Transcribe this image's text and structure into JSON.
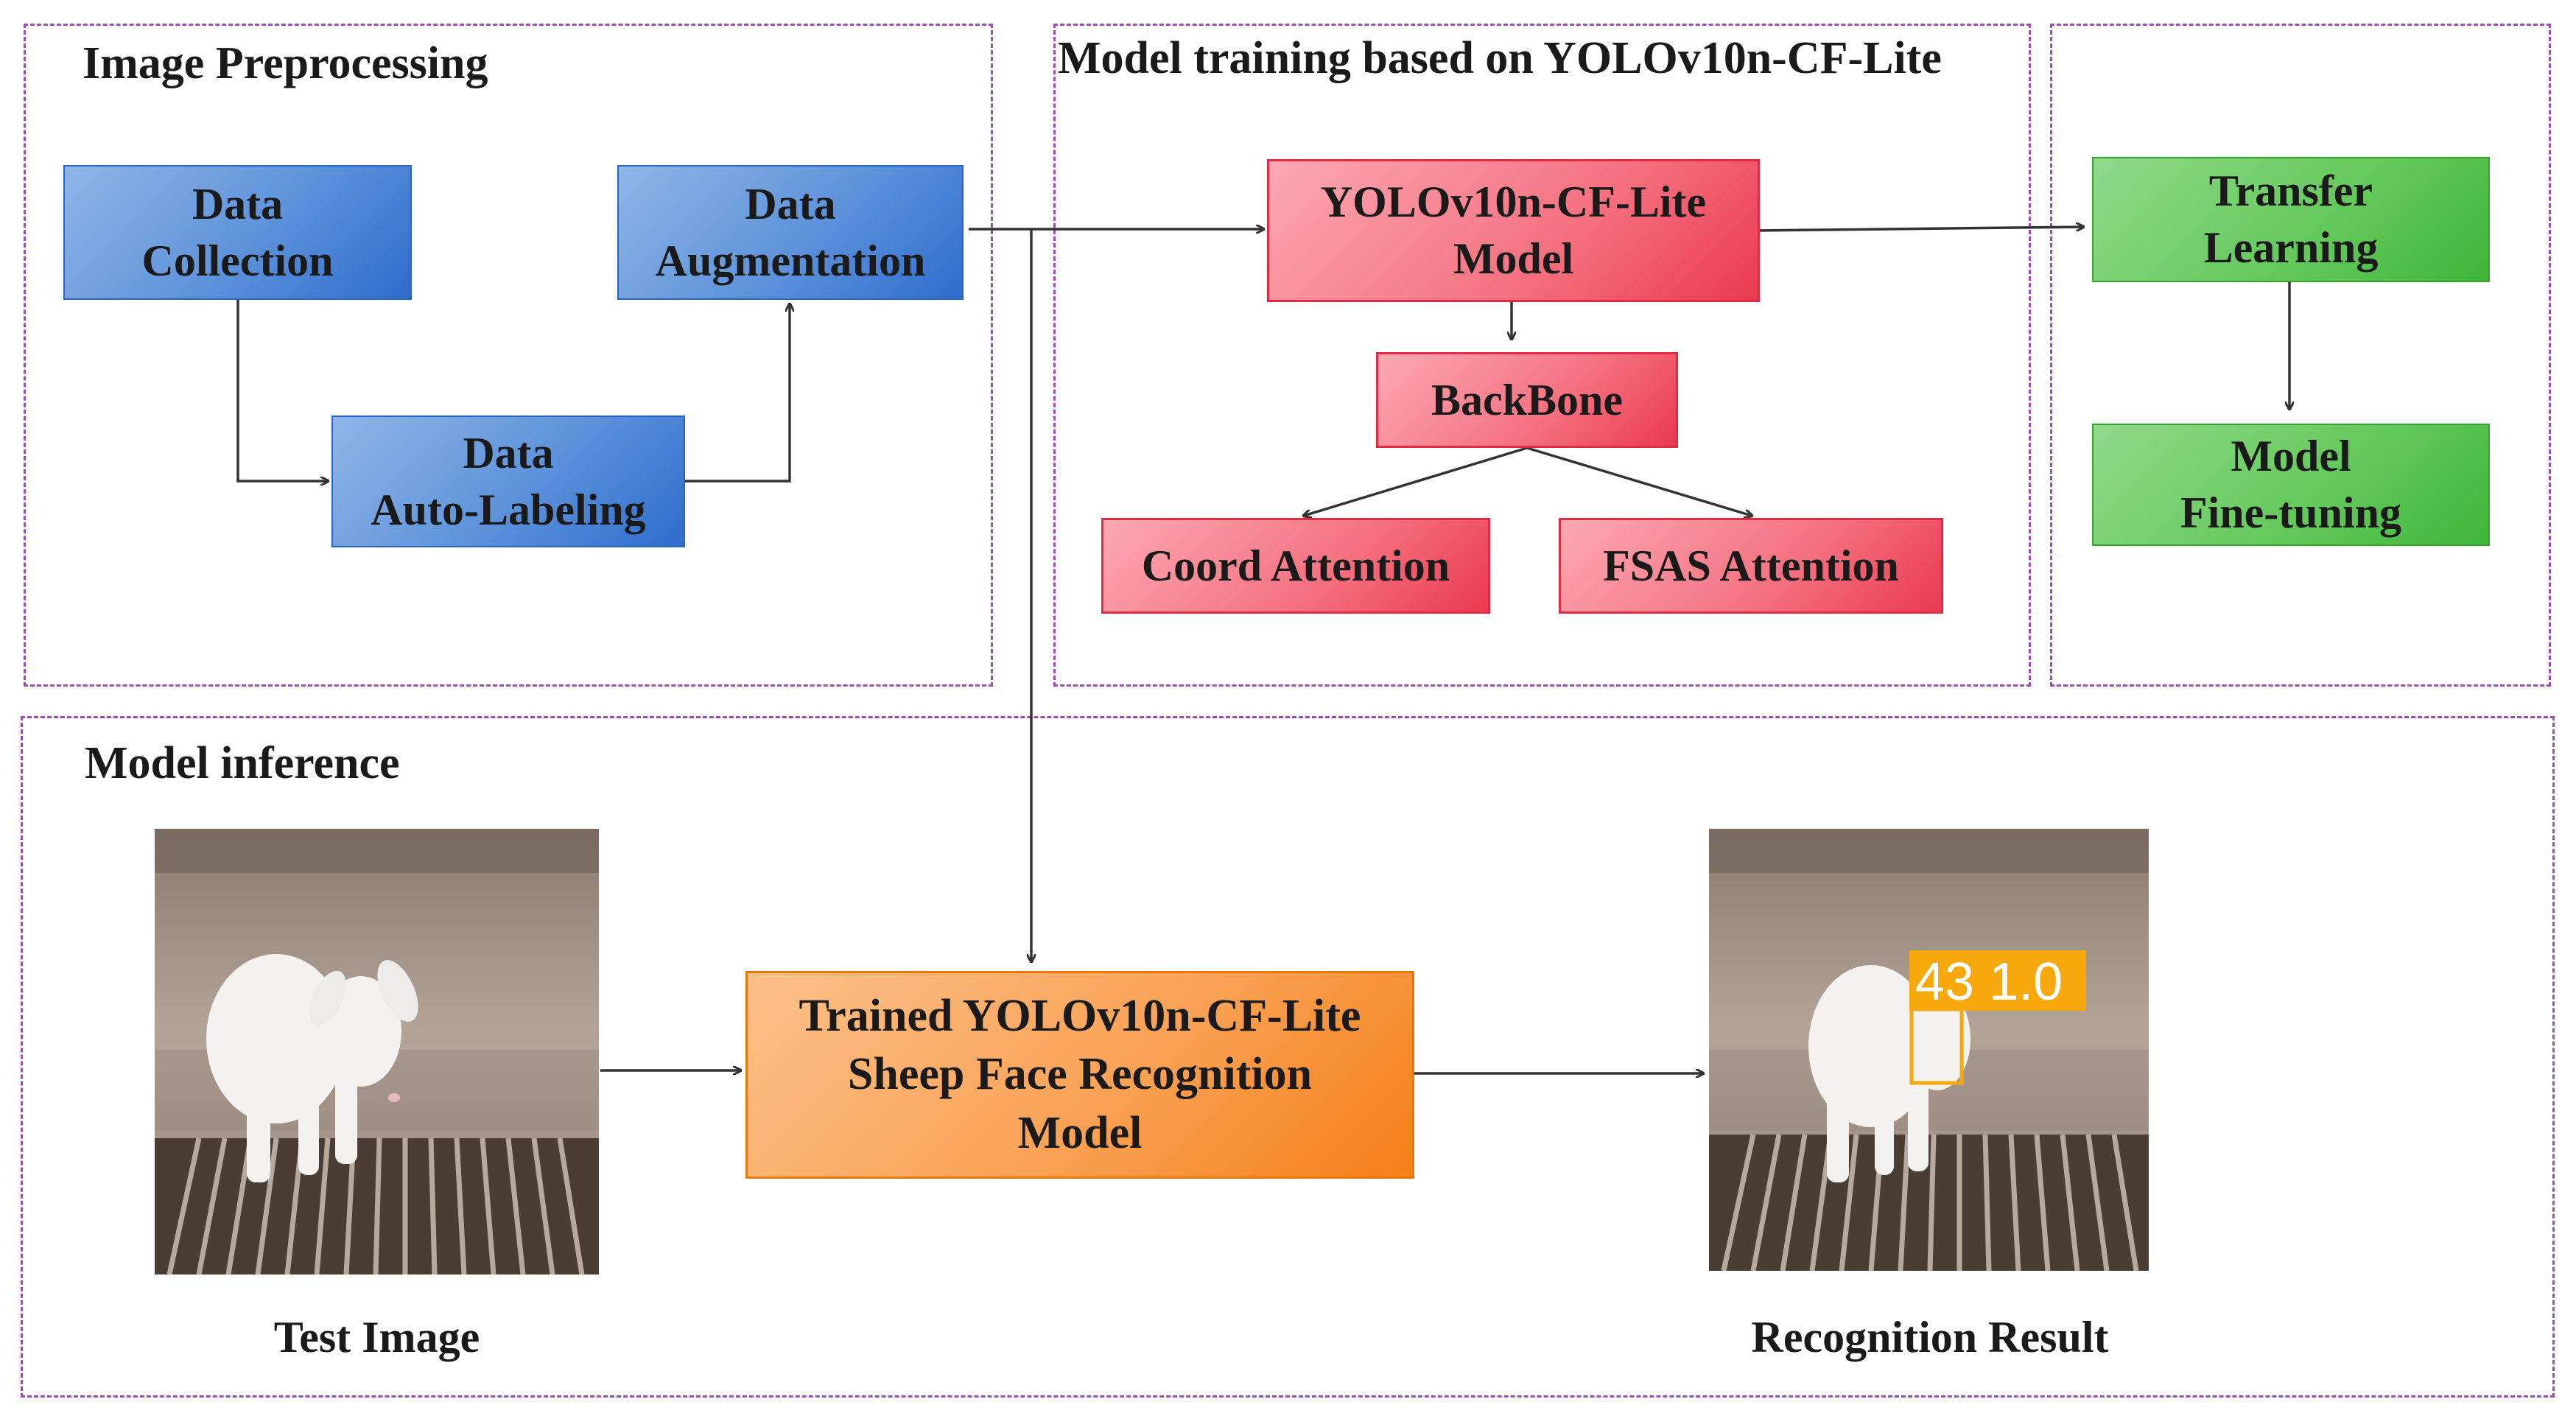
{
  "sections": {
    "preprocessing": {
      "title": "Image Preprocessing"
    },
    "training": {
      "title": "Model training based on YOLOv10n-CF-Lite"
    },
    "inference": {
      "title": "Model inference"
    }
  },
  "boxes": {
    "data_collection": {
      "line1": "Data",
      "line2": "Collection"
    },
    "data_augmentation": {
      "line1": "Data",
      "line2": "Augmentation"
    },
    "data_autolabeling": {
      "line1": "Data",
      "line2": "Auto-Labeling"
    },
    "yolo_model": {
      "line1": "YOLOv10n-CF-Lite",
      "line2": "Model"
    },
    "backbone": {
      "label": "BackBone"
    },
    "coord_attention": {
      "label": "Coord Attention"
    },
    "fsas_attention": {
      "label": "FSAS Attention"
    },
    "transfer_learning": {
      "line1": "Transfer",
      "line2": "Learning"
    },
    "model_finetuning": {
      "line1": "Model",
      "line2": "Fine-tuning"
    },
    "trained_model": {
      "line1": "Trained YOLOv10n-CF-Lite",
      "line2": "Sheep Face Recognition",
      "line3": "Model"
    }
  },
  "inference": {
    "test_image_caption": "Test Image",
    "result_caption": "Recognition Result",
    "detection_label": "43 1.0"
  },
  "colors": {
    "section_border": "#9b4fb3",
    "blue": "#5d92da",
    "red": "#f4707f",
    "green": "#62c85a",
    "orange": "#f9a255",
    "detection": "#f7a80c"
  }
}
